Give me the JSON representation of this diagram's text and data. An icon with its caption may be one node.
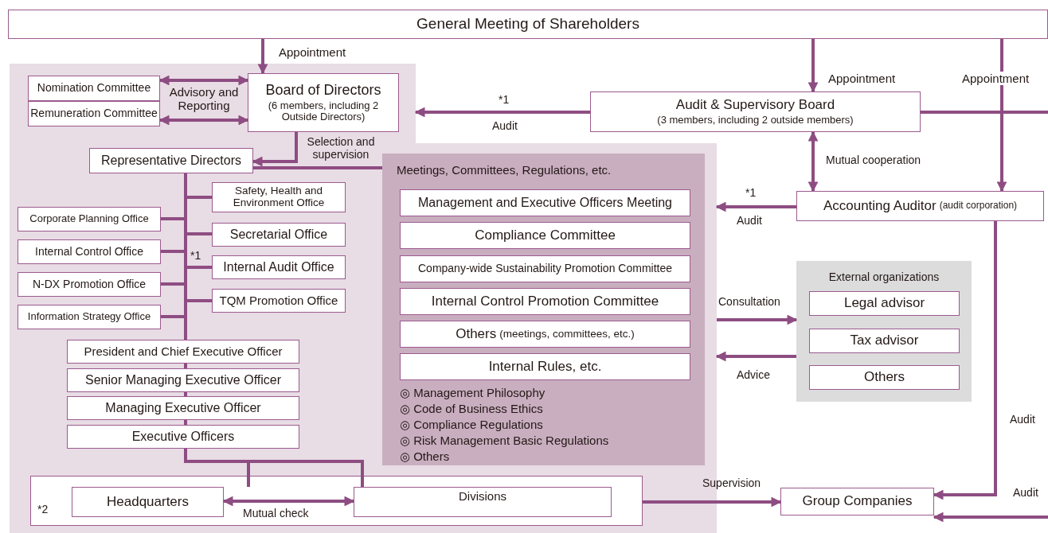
{
  "diagram": {
    "nodes": [
      {
        "text": [
          "General Meeting of Shareholders"
        ]
      },
      {
        "text": [],
        "shape": "box"
      },
      {
        "text": [
          "Nomination Committee"
        ],
        "in": 1
      },
      {
        "text": [
          "Remuneration Committee"
        ],
        "in": 1
      },
      {
        "text": [
          "Board of Directors",
          "(6 members, including 2 Outside Directors)"
        ],
        "in": 1
      },
      {
        "text": [
          "Representative Directors"
        ],
        "in": 1
      },
      {
        "text": [
          "Safety, Health and Environment Office"
        ],
        "in": 1
      },
      {
        "text": [
          "Corporate Planning Office"
        ],
        "in": 1
      },
      {
        "text": [
          "Secretarial Office"
        ],
        "in": 1
      },
      {
        "text": [
          "Internal Control Office"
        ],
        "in": 1
      },
      {
        "text": [
          "Internal Audit Office"
        ],
        "in": 1
      },
      {
        "text": [
          "N-DX Promotion Office"
        ],
        "in": 1
      },
      {
        "text": [
          "TQM Promotion Office"
        ],
        "in": 1
      },
      {
        "text": [
          "Information Strategy Office"
        ],
        "in": 1
      },
      {
        "text": [
          "President and Chief Executive Officer"
        ],
        "in": 1
      },
      {
        "text": [
          "Senior Managing Executive Officer"
        ],
        "in": 1
      },
      {
        "text": [
          "Managing Executive Officer"
        ],
        "in": 1
      },
      {
        "text": [
          "Executive Officers"
        ],
        "in": 1
      },
      {
        "text": [
          "*2"
        ],
        "in": 1
      },
      {
        "text": [
          "Headquarters"
        ],
        "in": 18
      },
      {
        "text": [
          "Divisions"
        ],
        "in": 18
      },
      {
        "text": [
          "Meetings, Committees, Regulations, etc.",
          "◎ Management Philosophy",
          "◎ Code of Business Ethics",
          "◎ Compliance Regulations",
          "◎ Risk Management Basic Regulations",
          "◎ Others"
        ],
        "in": 1
      },
      {
        "text": [
          "Management and Executive Officers Meeting"
        ],
        "in": 21
      },
      {
        "text": [
          "Compliance Committee"
        ],
        "in": 21
      },
      {
        "text": [
          "Company-wide Sustainability Promotion Committee"
        ],
        "in": 21
      },
      {
        "text": [
          "Internal Control Promotion Committee"
        ],
        "in": 21
      },
      {
        "text": [
          "Others",
          "(meetings, committees, etc.)"
        ],
        "in": 21
      },
      {
        "text": [
          "Internal Rules, etc."
        ],
        "in": 21
      },
      {
        "text": [
          "Audit & Supervisory Board",
          "(3 members, including 2 outside members)"
        ]
      },
      {
        "text": [
          "Accounting Auditor",
          "(audit corporation)"
        ]
      },
      {
        "text": [
          "External organizations"
        ]
      },
      {
        "text": [
          "Legal advisor"
        ],
        "in": 30
      },
      {
        "text": [
          "Tax advisor"
        ],
        "in": 30
      },
      {
        "text": [
          "Others"
        ],
        "in": 30
      },
      {
        "text": [
          "Group Companies"
        ]
      }
    ],
    "edges": [
      {
        "from": 0,
        "to": 4,
        "arrow": "to",
        "label": "Appointment"
      },
      {
        "from": 4,
        "to": 2,
        "arrow": "both",
        "label": "Advisory and Reporting"
      },
      {
        "from": 4,
        "to": 3,
        "arrow": "both"
      },
      {
        "from": 4,
        "to": 5,
        "arrow": "to",
        "label": "Selection and supervision"
      },
      {
        "from": 5,
        "to": 21,
        "arrow": "none"
      },
      {
        "from": 5,
        "to": 6,
        "arrow": "none"
      },
      {
        "from": 5,
        "to": 7,
        "arrow": "none"
      },
      {
        "from": 5,
        "to": 8,
        "arrow": "none"
      },
      {
        "from": 5,
        "to": 9,
        "arrow": "none"
      },
      {
        "from": 5,
        "to": 10,
        "arrow": "none"
      },
      {
        "from": 5,
        "to": 11,
        "arrow": "none"
      },
      {
        "from": 5,
        "to": 12,
        "arrow": "none"
      },
      {
        "from": 5,
        "to": 13,
        "arrow": "none"
      },
      {
        "from": 5,
        "to": 14,
        "arrow": "none"
      },
      {
        "from": 14,
        "to": 15,
        "arrow": "none"
      },
      {
        "from": 15,
        "to": 16,
        "arrow": "none"
      },
      {
        "from": 16,
        "to": 17,
        "arrow": "none"
      },
      {
        "from": 17,
        "to": 19,
        "arrow": "none"
      },
      {
        "from": 17,
        "to": 20,
        "arrow": "none"
      },
      {
        "from": 19,
        "to": 20,
        "arrow": "both",
        "label": "Mutual check"
      },
      {
        "from": 0,
        "to": 28,
        "arrow": "to",
        "label": "Appointment"
      },
      {
        "from": 0,
        "to": 29,
        "arrow": "to",
        "label": "Appointment"
      },
      {
        "from": 28,
        "to": 1,
        "arrow": "to",
        "label": "Audit"
      },
      {
        "from": 28,
        "to": 29,
        "arrow": "both",
        "label": "Mutual cooperation"
      },
      {
        "from": 29,
        "to": 1,
        "arrow": "to",
        "label": "Audit"
      },
      {
        "from": 1,
        "to": 30,
        "arrow": "to",
        "label": "Consultation"
      },
      {
        "from": 30,
        "to": 1,
        "arrow": "to",
        "label": "Advice"
      },
      {
        "from": 29,
        "to": 34,
        "arrow": "to",
        "label": "Audit"
      },
      {
        "from": 28,
        "to": null,
        "arrow": "none"
      },
      {
        "from": null,
        "to": 34,
        "arrow": "to",
        "label": "Audit"
      },
      {
        "from": 18,
        "to": 34,
        "arrow": "to",
        "label": "Supervision"
      }
    ],
    "labels": [
      "*1",
      "*1",
      "*1"
    ]
  }
}
